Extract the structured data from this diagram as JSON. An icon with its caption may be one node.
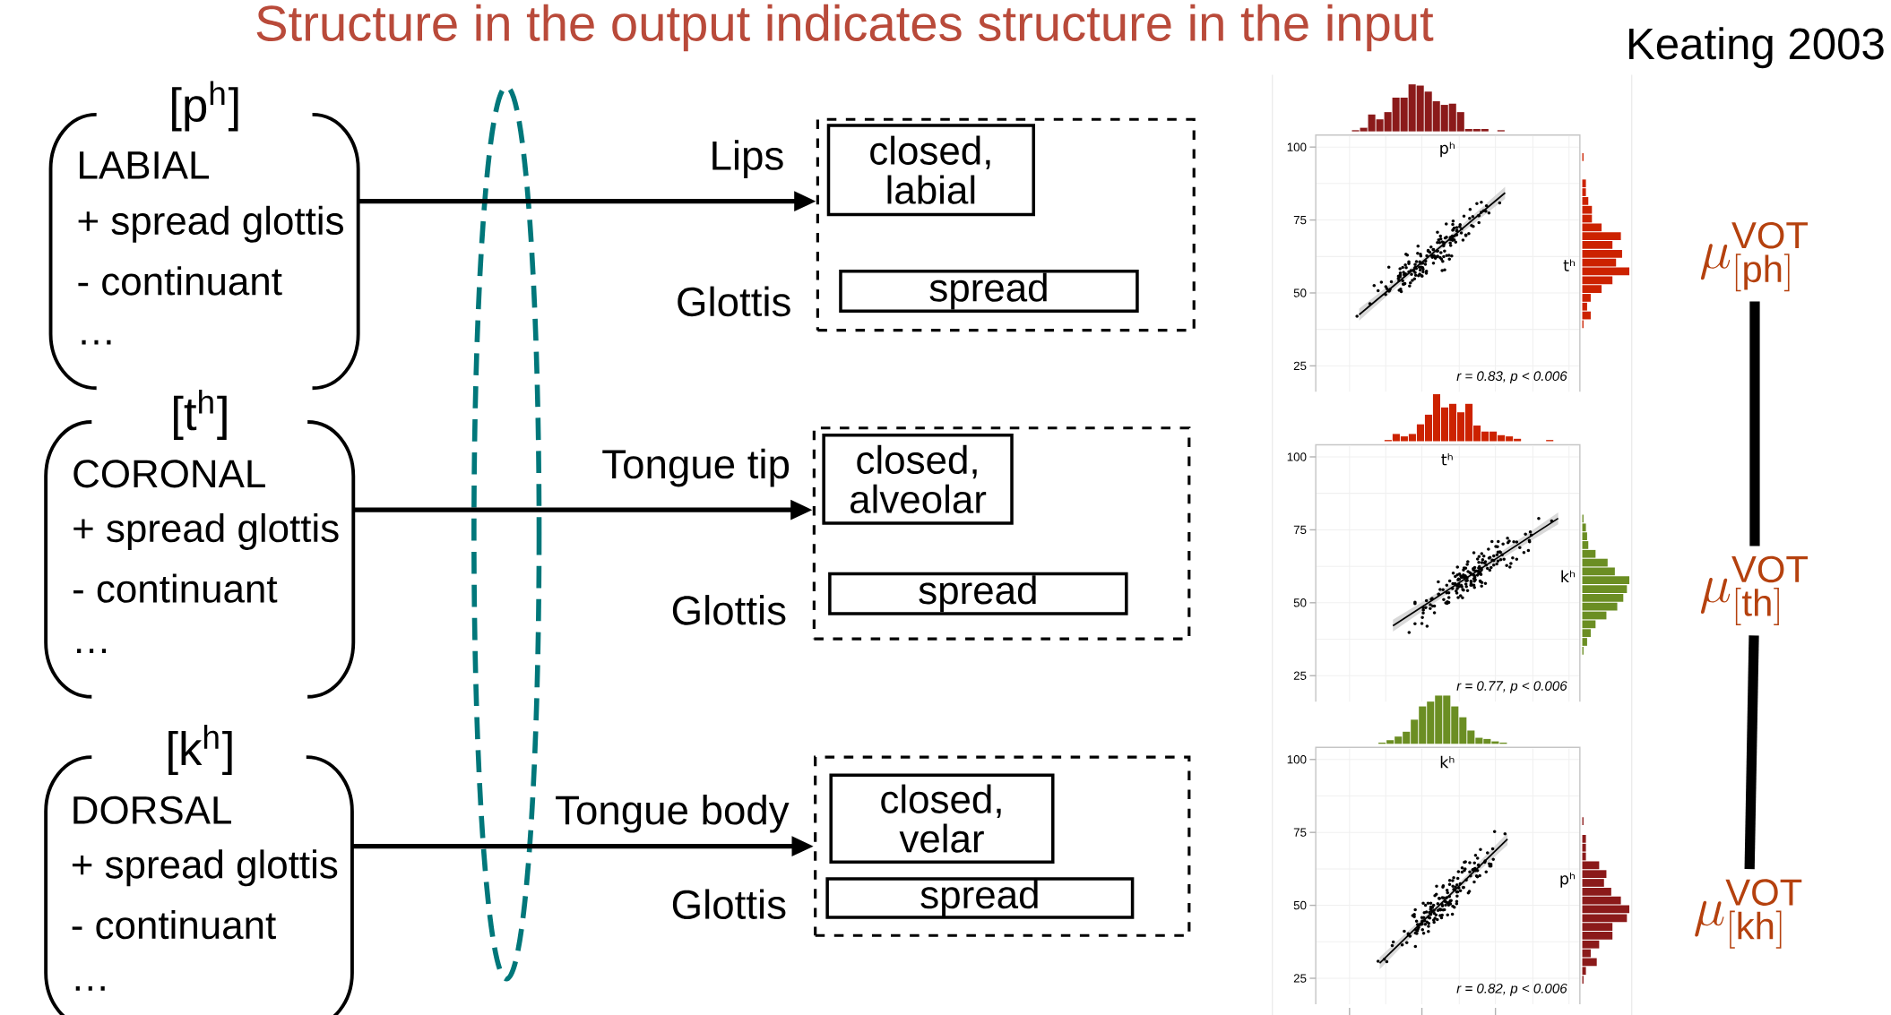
{
  "diagram": {
    "title": "Structure in the output indicates structure in the input",
    "nodes": [
      {
        "text": [
          "[p$^{h}$]",
          "LABIAL",
          "+ spread glottis",
          "- continuant",
          "…"
        ]
      },
      {
        "text": [
          "[t$^{h}$]",
          "CORONAL",
          "+ spread glottis",
          "- continuant",
          "…"
        ]
      },
      {
        "text": [
          "[k$^{h}$]",
          "DORSAL",
          "+ spread glottis",
          "- continuant",
          "…"
        ]
      },
      {
        "text": [],
        "shape": "box"
      },
      {
        "text": [
          "closed, labial"
        ],
        "in": 3,
        "beside": [
          "Lips"
        ]
      },
      {
        "text": [
          "spread"
        ],
        "in": 3,
        "beside": [
          "Glottis"
        ]
      },
      {
        "text": [],
        "shape": "box"
      },
      {
        "text": [
          "closed, alveolar"
        ],
        "in": 6,
        "beside": [
          "Tongue tip"
        ]
      },
      {
        "text": [
          "spread"
        ],
        "in": 6,
        "beside": [
          "Glottis"
        ]
      },
      {
        "text": [],
        "shape": "box"
      },
      {
        "text": [
          "closed, velar"
        ],
        "in": 9,
        "beside": [
          "Tongue body"
        ]
      },
      {
        "text": [
          "spread"
        ],
        "in": 9,
        "beside": [
          "Glottis"
        ]
      },
      {
        "text": [
          "\\mu^{\\mathrm{VOT}}_{[\\mathrm{ph}]}"
        ]
      },
      {
        "text": [
          "\\mu^{\\mathrm{VOT}}_{[\\mathrm{th}]}"
        ]
      },
      {
        "text": [
          "\\mu^{\\mathrm{VOT}}_{[\\mathrm{kh}]}"
        ]
      }
    ],
    "edges": [
      {
        "from": 0,
        "to": 3,
        "arrow": "to"
      },
      {
        "from": 1,
        "to": 6,
        "arrow": "to"
      },
      {
        "from": 2,
        "to": 9,
        "arrow": "to"
      },
      {
        "from": 12,
        "to": 13,
        "arrow": "none",
        "style": "thick"
      },
      {
        "from": 13,
        "to": 14,
        "arrow": "none",
        "style": "thick"
      }
    ],
    "labels": [
      "Keating 2003",
      "pʰ",
      "100",
      "75",
      "50",
      "25",
      "tʰ",
      "r = 0.83, p < 0.006",
      "tʰ",
      "100",
      "75",
      "50",
      "25",
      "kʰ",
      "r = 0.77, p < 0.006",
      "kʰ",
      "100",
      "75",
      "50",
      "25",
      "pʰ",
      "r = 0.82, p < 0.006"
    ]
  }
}
